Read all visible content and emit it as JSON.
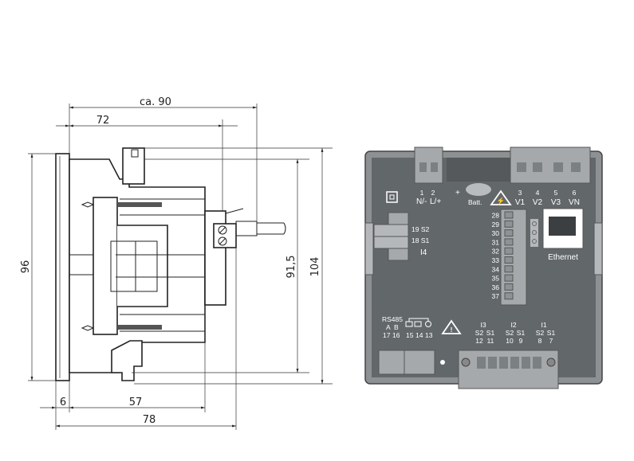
{
  "side_view": {
    "dimensions": {
      "overall_depth": "ca. 90",
      "depth_72": "72",
      "height_front": "96",
      "height_cutout": "91,5",
      "height_total": "104",
      "front_thickness": "6",
      "body_depth": "57",
      "depth_78": "78"
    }
  },
  "rear_view": {
    "top_terminals": {
      "n_num": "1",
      "n_label": "N/-",
      "l_num": "2",
      "l_label": "L/+",
      "plus": "+",
      "batt": "Batt.",
      "v1_num": "3",
      "v1_label": "V1",
      "v2_num": "4",
      "v2_label": "V2",
      "v3_num": "5",
      "v3_label": "V3",
      "vn_num": "6",
      "vn_label": "VN"
    },
    "i4": {
      "s2": "19 S2",
      "s1": "18 S1",
      "label": "I4"
    },
    "digital_pins": [
      "28",
      "29",
      "30",
      "31",
      "32",
      "33",
      "34",
      "35",
      "36",
      "37"
    ],
    "ethernet_label": "Ethernet",
    "rs485": {
      "label": "RS485",
      "a": "A",
      "b": "B",
      "a_num": "17",
      "b_num": "16"
    },
    "relay_nums": [
      "15",
      "14",
      "13"
    ],
    "current_inputs": [
      {
        "label": "I3",
        "s2": "S2",
        "s1": "S1",
        "n2": "12",
        "n1": "11"
      },
      {
        "label": "I2",
        "s2": "S2",
        "s1": "S1",
        "n2": "10",
        "n1": "9"
      },
      {
        "label": "I1",
        "s2": "S2",
        "s1": "S1",
        "n2": "8",
        "n1": "7"
      }
    ]
  }
}
